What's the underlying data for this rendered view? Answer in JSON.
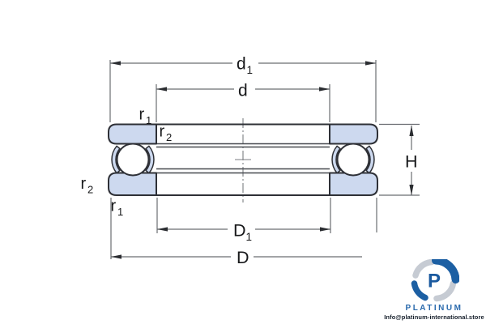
{
  "diagram": {
    "title": "thrust-ball-bearing-cross-section",
    "dimension_labels": {
      "d1": {
        "base": "d",
        "sub": "1"
      },
      "d": {
        "base": "d"
      },
      "D1": {
        "base": "D",
        "sub": "1"
      },
      "D": {
        "base": "D"
      },
      "H": {
        "base": "H"
      },
      "r1": {
        "base": "r",
        "sub": "1"
      },
      "r2": {
        "base": "r",
        "sub": "2"
      }
    },
    "colors": {
      "washer_fill": "#cdd9ef",
      "outline": "#2e3036",
      "thin_line": "#46494e",
      "dimension_line": "#6a6d72",
      "label_text": "#17181a"
    }
  },
  "logo": {
    "monogram": "P",
    "brand": "PLATINUM",
    "email": "Info@platinum-international.store",
    "colors": {
      "blue": "#1c5fa3",
      "gray": "#c6cbd3",
      "brand_text": "#2a6aad",
      "email_text": "#141d29"
    }
  }
}
